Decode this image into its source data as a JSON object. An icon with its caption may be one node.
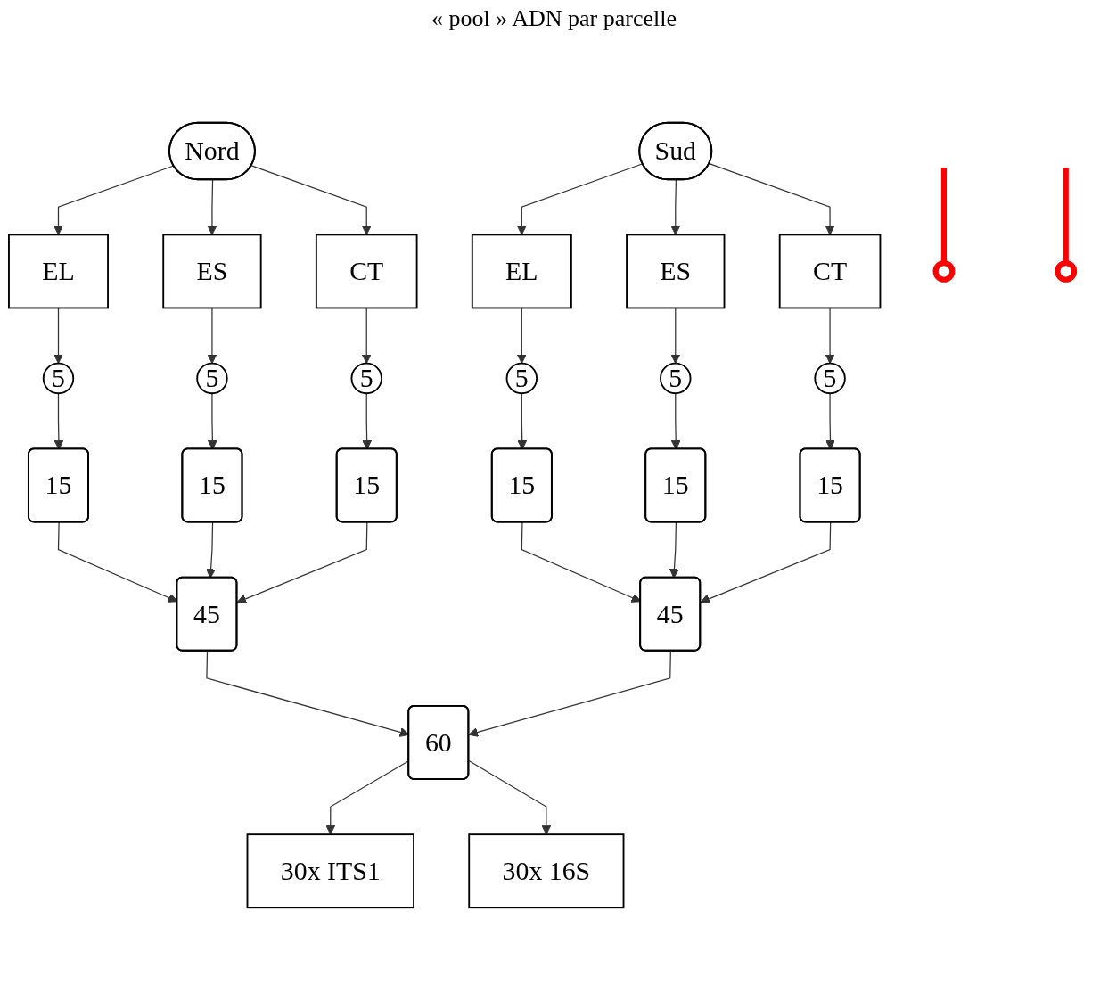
{
  "diagram": {
    "nodes": [
      {
        "text": [
          "Nord"
        ]
      },
      {
        "text": [
          "EL"
        ]
      },
      {
        "text": [
          "ES"
        ]
      },
      {
        "text": [
          "CT"
        ]
      },
      {
        "text": [
          "5"
        ]
      },
      {
        "text": [
          "5"
        ]
      },
      {
        "text": [
          "5"
        ]
      },
      {
        "text": [
          "15"
        ]
      },
      {
        "text": [
          "15"
        ]
      },
      {
        "text": [
          "15"
        ]
      },
      {
        "text": [
          "45"
        ]
      },
      {
        "text": [
          "Sud"
        ]
      },
      {
        "text": [
          "EL"
        ]
      },
      {
        "text": [
          "ES"
        ]
      },
      {
        "text": [
          "CT"
        ]
      },
      {
        "text": [
          "5"
        ]
      },
      {
        "text": [
          "5"
        ]
      },
      {
        "text": [
          "5"
        ]
      },
      {
        "text": [
          "15"
        ]
      },
      {
        "text": [
          "15"
        ]
      },
      {
        "text": [
          "15"
        ]
      },
      {
        "text": [
          "45"
        ]
      },
      {
        "text": [
          "60"
        ]
      },
      {
        "text": [
          "30x ITS1"
        ]
      },
      {
        "text": [
          "30x 16S"
        ]
      },
      {
        "text": [],
        "shape": "circle"
      },
      {
        "text": [],
        "shape": "circle"
      }
    ],
    "edges": [
      {
        "from": 0,
        "to": 1,
        "arrow": "to"
      },
      {
        "from": 0,
        "to": 2,
        "arrow": "to"
      },
      {
        "from": 0,
        "to": 3,
        "arrow": "to"
      },
      {
        "from": 1,
        "to": 4,
        "arrow": "to"
      },
      {
        "from": 2,
        "to": 5,
        "arrow": "to"
      },
      {
        "from": 3,
        "to": 6,
        "arrow": "to"
      },
      {
        "from": 4,
        "to": 7,
        "arrow": "to"
      },
      {
        "from": 5,
        "to": 8,
        "arrow": "to"
      },
      {
        "from": 6,
        "to": 9,
        "arrow": "to"
      },
      {
        "from": 7,
        "to": 10,
        "arrow": "to"
      },
      {
        "from": 8,
        "to": 10,
        "arrow": "to"
      },
      {
        "from": 9,
        "to": 10,
        "arrow": "to"
      },
      {
        "from": 11,
        "to": 12,
        "arrow": "to"
      },
      {
        "from": 11,
        "to": 13,
        "arrow": "to"
      },
      {
        "from": 11,
        "to": 14,
        "arrow": "to"
      },
      {
        "from": 12,
        "to": 15,
        "arrow": "to"
      },
      {
        "from": 13,
        "to": 16,
        "arrow": "to"
      },
      {
        "from": 14,
        "to": 17,
        "arrow": "to"
      },
      {
        "from": 15,
        "to": 18,
        "arrow": "to"
      },
      {
        "from": 16,
        "to": 19,
        "arrow": "to"
      },
      {
        "from": 17,
        "to": 20,
        "arrow": "to"
      },
      {
        "from": 18,
        "to": 21,
        "arrow": "to"
      },
      {
        "from": 19,
        "to": 21,
        "arrow": "to"
      },
      {
        "from": 20,
        "to": 21,
        "arrow": "to"
      },
      {
        "from": 10,
        "to": 22,
        "arrow": "to"
      },
      {
        "from": 21,
        "to": 22,
        "arrow": "to"
      },
      {
        "from": 22,
        "to": 23,
        "arrow": "to"
      },
      {
        "from": 22,
        "to": 24,
        "arrow": "to"
      },
      {
        "from": null,
        "to": 25,
        "arrow": "none",
        "style": "thick",
        "color": "#ff0000"
      },
      {
        "from": null,
        "to": 26,
        "arrow": "none",
        "style": "thick",
        "color": "#ff0000"
      }
    ],
    "labels": [
      "« pool » ADN par parcelle"
    ]
  }
}
